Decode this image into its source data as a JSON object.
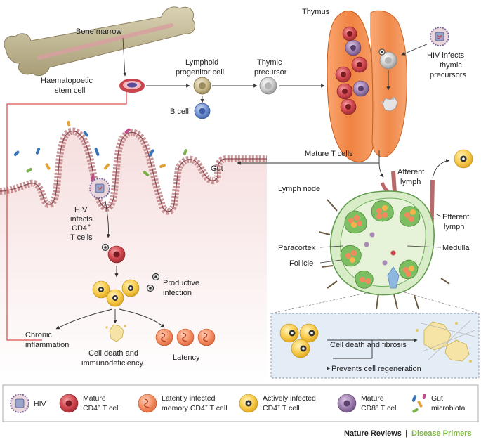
{
  "labels": {
    "bone_marrow": "Bone marrow",
    "hsc_line1": "Haematopoetic",
    "hsc_line2": "stem cell",
    "lymphoid_line1": "Lymphoid",
    "lymphoid_line2": "progenitor cell",
    "thymic_line1": "Thymic",
    "thymic_line2": "precursor",
    "b_cell": "B cell",
    "thymus": "Thymus",
    "hiv_thymic_line1": "HIV infects",
    "hiv_thymic_line2": "thymic",
    "hiv_thymic_line3": "precursors",
    "mature_t_cells": "Mature T cells",
    "gut": "Gut",
    "afferent_line1": "Afferent",
    "afferent_line2": "lymph",
    "lymph_node": "Lymph node",
    "efferent_line1": "Efferent",
    "efferent_line2": "lymph",
    "paracortex": "Paracortex",
    "medulla": "Medulla",
    "follicle": "Follicle",
    "hiv_cd4_line1": "HIV",
    "hiv_cd4_line2": "infects",
    "hiv_cd4_line3": "CD4",
    "hiv_cd4_line4": "T cells",
    "productive_line1": "Productive",
    "productive_line2": "infection",
    "chronic_line1": "Chronic",
    "chronic_line2": "inflammation",
    "death_line1": "Cell death and",
    "death_line2": "immunodeficiency",
    "latency": "Latency",
    "fibrosis": "Cell death and fibrosis",
    "prevents": "Prevents cell regeneration"
  },
  "legend": {
    "hiv": "HIV",
    "mature_cd4_line1": "Mature",
    "mature_cd4_line2": "CD4",
    "mature_cd4_line2b": " T cell",
    "latent_line1": "Latently infected",
    "latent_line2": "memory CD4",
    "latent_line2b": " T cell",
    "active_line1": "Actively infected",
    "active_line2": "CD4",
    "active_line2b": " T cell",
    "cd8_line1": "Mature",
    "cd8_line2": "CD8",
    "cd8_line2b": " T cell",
    "gut_line1": "Gut",
    "gut_line2": "microbiota"
  },
  "footer": {
    "brand": "Nature Reviews",
    "separator": "|",
    "section": "Disease Primers"
  },
  "colors": {
    "tissue_pink": "#f4dcdc",
    "border_red": "#d9534f",
    "mature_cd4": "#c8434a",
    "latent_cd4": "#f28a5e",
    "active_cd4": "#f7c948",
    "cd8": "#8e6fa0",
    "thymus_orange": "#f08a4b",
    "lymph_green": "#6bb05a",
    "brand_green": "#7cb342",
    "fibrosis_box": "#e6eef8"
  }
}
